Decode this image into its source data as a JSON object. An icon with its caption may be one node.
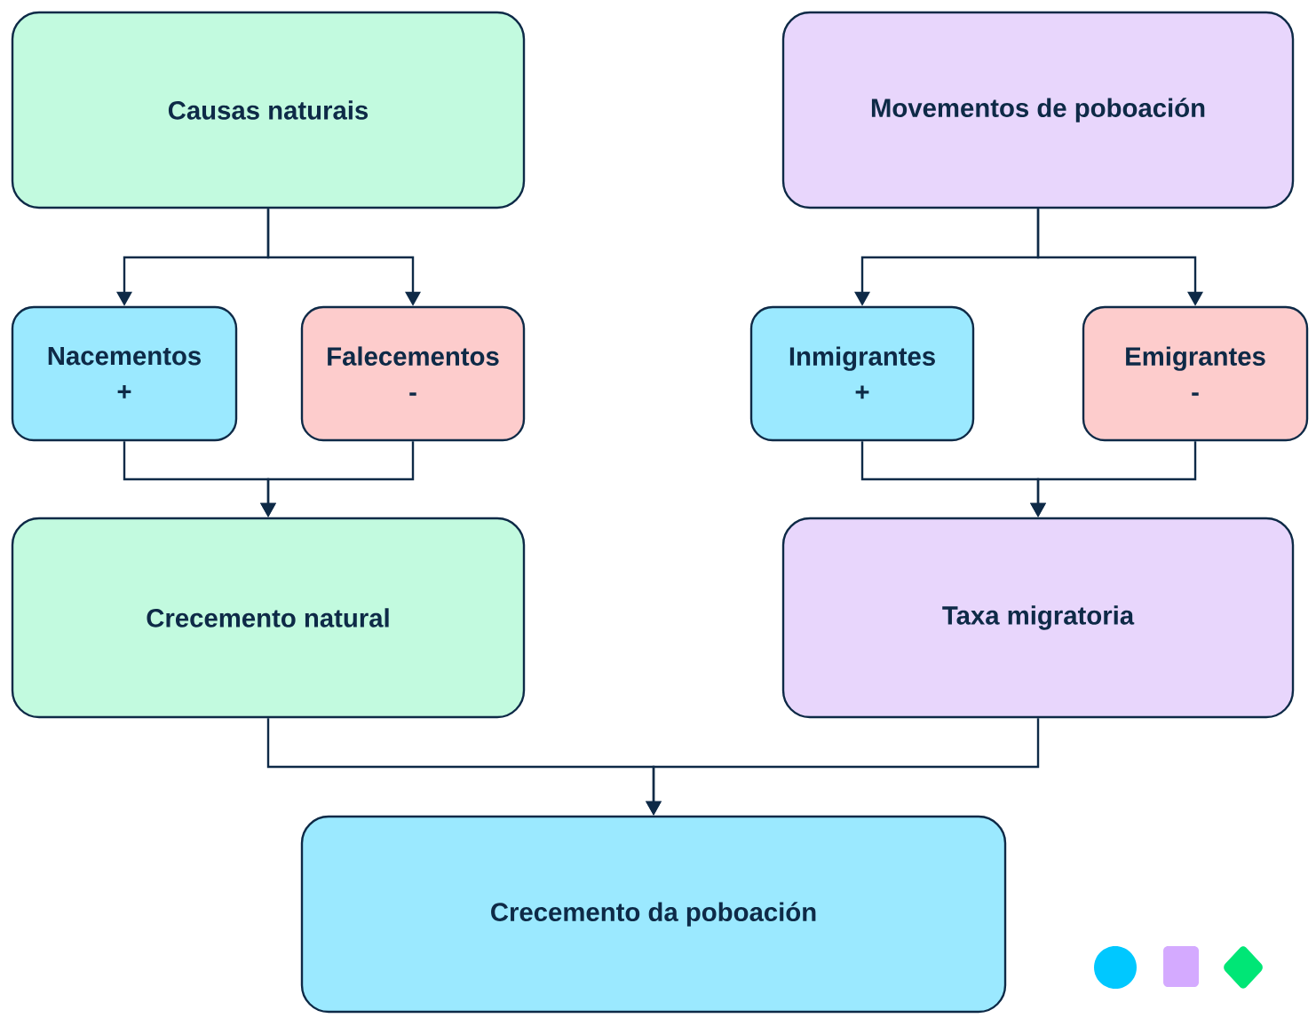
{
  "diagram": {
    "nodes": [
      {
        "text": [
          "Causas naturais"
        ]
      },
      {
        "text": [
          "Movementos de poboación"
        ]
      },
      {
        "text": [
          "Nacementos",
          "+"
        ]
      },
      {
        "text": [
          "Falecementos",
          "-"
        ]
      },
      {
        "text": [
          "Inmigrantes",
          "+"
        ]
      },
      {
        "text": [
          "Emigrantes",
          "-"
        ]
      },
      {
        "text": [
          "Crecemento natural"
        ]
      },
      {
        "text": [
          "Taxa migratoria"
        ]
      },
      {
        "text": [
          "Crecemento da poboación"
        ]
      }
    ],
    "edges": [
      {
        "from": 0,
        "to": 2,
        "arrow": "to"
      },
      {
        "from": 0,
        "to": 3,
        "arrow": "to"
      },
      {
        "from": 1,
        "to": 4,
        "arrow": "to"
      },
      {
        "from": 1,
        "to": 5,
        "arrow": "to"
      },
      {
        "from": 2,
        "to": 6,
        "arrow": "to"
      },
      {
        "from": 3,
        "to": 6,
        "arrow": "to"
      },
      {
        "from": 4,
        "to": 7,
        "arrow": "to"
      },
      {
        "from": 5,
        "to": 7,
        "arrow": "to"
      },
      {
        "from": 6,
        "to": 8,
        "arrow": "to"
      },
      {
        "from": 7,
        "to": 8,
        "arrow": "to"
      }
    ]
  }
}
